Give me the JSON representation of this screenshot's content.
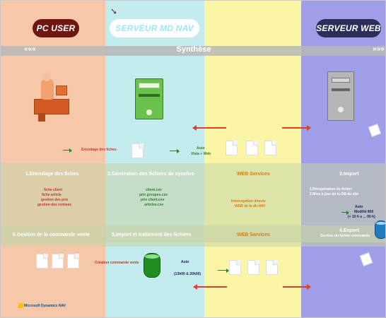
{
  "columns": {
    "pc_user": "PC USER",
    "serveur_md_nav": "SERVEUR MD NAV",
    "serveur_web": "SERVEUR WEB"
  },
  "band": {
    "left_arrows": "«««",
    "title": "Synthèse",
    "right_arrows": "»»»"
  },
  "labels": {
    "encodage_small": "Encodage des fiches",
    "auto_small": "Auto",
    "vista_small": "Vista + Web",
    "sec1": "1.Encodage des fiches",
    "sec1_items": [
      "fiche client",
      "fiche article",
      "gestion des prix",
      "gestion des remises"
    ],
    "sec2": "2.Génération des fichiers de synchro",
    "sec2_items": [
      "client.csv",
      "prix groupes.csv",
      "prix client.csv",
      "articles.csv"
    ],
    "web_services_top": "WEB Services",
    "web_top_lines": [
      "Interrogation directe",
      "WEB de la db NAV"
    ],
    "sec3_import": "3.Import",
    "sec3_items": [
      "1.Récupération du fichier",
      "2.Mise à jour de la DB du site"
    ],
    "auto_right": "Auto",
    "auto_right_sub": "Modifié 800",
    "auto_right_sub2": "(+ 10 h s ... 00 h)",
    "sec4_export": "4.Export",
    "sec4_sub": "Gestion du fichier commande",
    "sec6": "6.Gestion de la commande vente",
    "sec5": "5.Import et traitement des fichiers",
    "web_services_bottom": "WEB Services",
    "cmd_small": "Création commande vente",
    "auto_bottom": "Auto",
    "auto_bottom_sub": "(13h00 & 20h00)",
    "brand": "Microsoft Dynamics NAV"
  },
  "icons": {
    "cursor": "cursor-icon",
    "desk": "user-workstation-icon",
    "server": "server-icon",
    "webserver": "web-server-icon",
    "database": "database-icon"
  }
}
